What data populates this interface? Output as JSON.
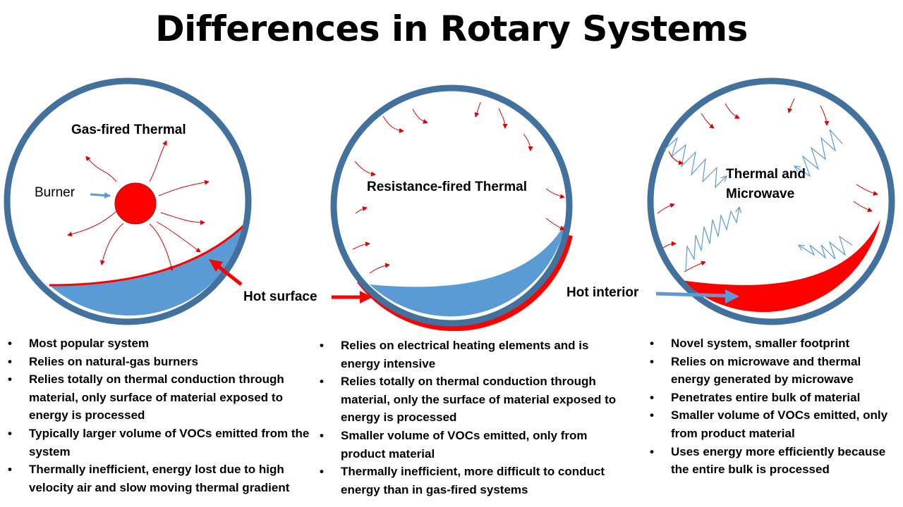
{
  "title": "Differences in Rotary Systems",
  "panels": [
    {
      "label": "Gas-fired Thermal",
      "callouts": [
        "Burner"
      ],
      "bullets": [
        "Most popular system",
        "Relies on natural-gas burners",
        "Relies totally on thermal conduction through material, only surface of material exposed to energy is processed",
        "Typically larger volume of VOCs emitted from the system",
        "Thermally inefficient, energy lost due to high velocity air and slow moving thermal gradient"
      ]
    },
    {
      "label": "Resistance-fired Thermal",
      "callouts": [
        "Hot surface"
      ],
      "bullets": [
        "Relies on electrical heating elements and is energy intensive",
        "Relies totally on thermal conduction through material, only the surface of material exposed to energy is processed",
        "Smaller volume of VOCs emitted, only from product material",
        "Thermally inefficient, more difficult to conduct energy than in gas-fired systems"
      ]
    },
    {
      "label": "Thermal and Microwave",
      "callouts": [
        "Hot interior"
      ],
      "bullets": [
        "Novel system, smaller footprint",
        "Relies on microwave and thermal energy generated by microwave",
        "Penetrates entire bulk of material",
        "Smaller volume of VOCs emitted, only from product material",
        "Uses energy more efficiently because the entire bulk is processed"
      ]
    }
  ],
  "colors": {
    "drum_outline": "#41719C",
    "material_fill": "#5B9BD5",
    "heat_red": "#FF0000",
    "microwave_blue": "#5B9BD5"
  }
}
